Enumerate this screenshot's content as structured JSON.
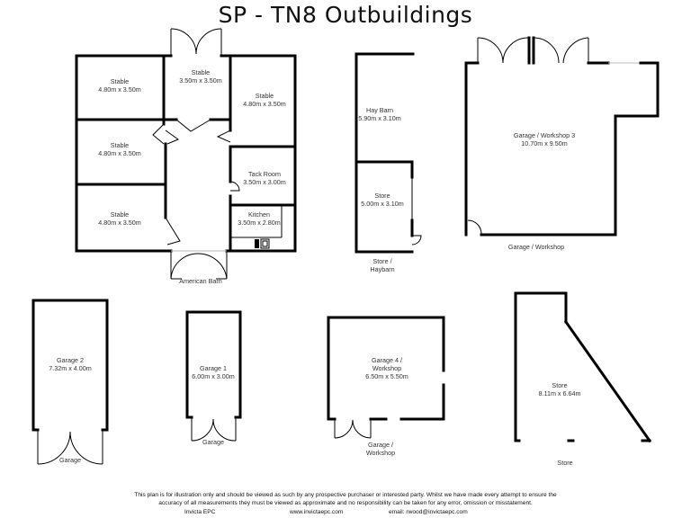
{
  "title": "SP  -  TN8  Outbuildings",
  "american_barn": {
    "caption": "American Barn",
    "rooms": [
      {
        "name": "Stable",
        "size": "4.80m x 3.50m"
      },
      {
        "name": "Stable",
        "size": "4.80m x 3.50m"
      },
      {
        "name": "Stable",
        "size": "4.80m x 3.50m"
      },
      {
        "name": "Stable",
        "size": "3.50m x 3.50m"
      },
      {
        "name": "Stable",
        "size": "4.80m x 3.50m"
      },
      {
        "name": "Tack Room",
        "size": "3.50m x 3.00m"
      },
      {
        "name": "Kitchen",
        "size": "3.50m x 2.80m"
      }
    ]
  },
  "store_haybarn": {
    "caption_line1": "Store /",
    "caption_line2": "Haybarn",
    "rooms": [
      {
        "name": "Hay Barn",
        "size": "5.90m x 3.10m"
      },
      {
        "name": "Store",
        "size": "5.00m x 3.10m"
      }
    ]
  },
  "garage_workshop_3": {
    "caption": "Garage / Workshop",
    "room": {
      "name": "Garage / Workshop 3",
      "size": "10.70m x 9.50m"
    }
  },
  "garage_2": {
    "caption": "Garage",
    "room": {
      "name": "Garage 2",
      "size": "7.32m x 4.00m"
    }
  },
  "garage_1": {
    "caption": "Garage",
    "room": {
      "name": "Garage 1",
      "size": "6.00m x 3.00m"
    }
  },
  "garage_4": {
    "caption_line1": "Garage /",
    "caption_line2": "Workshop",
    "room": {
      "name_line1": "Garage 4 /",
      "name_line2": "Workshop",
      "size": "6.50m x 5.50m"
    }
  },
  "store": {
    "caption": "Store",
    "room": {
      "name": "Store",
      "size": "8.11m x 6.64m"
    }
  },
  "footer": {
    "disclaimer_line1": "This plan is for illustration only and should be viewed as such by any prospective purchaser or interested party. Whilst we have made every attempt to ensure the",
    "disclaimer_line2": "accuracy of all measurements they must be viewed as approximate and no responsibility can be taken for any error, omission or misstatement.",
    "company": "Invicta EPC",
    "website": "www.invictaepc.com",
    "email": "email: rwood@invictaepc.com"
  }
}
